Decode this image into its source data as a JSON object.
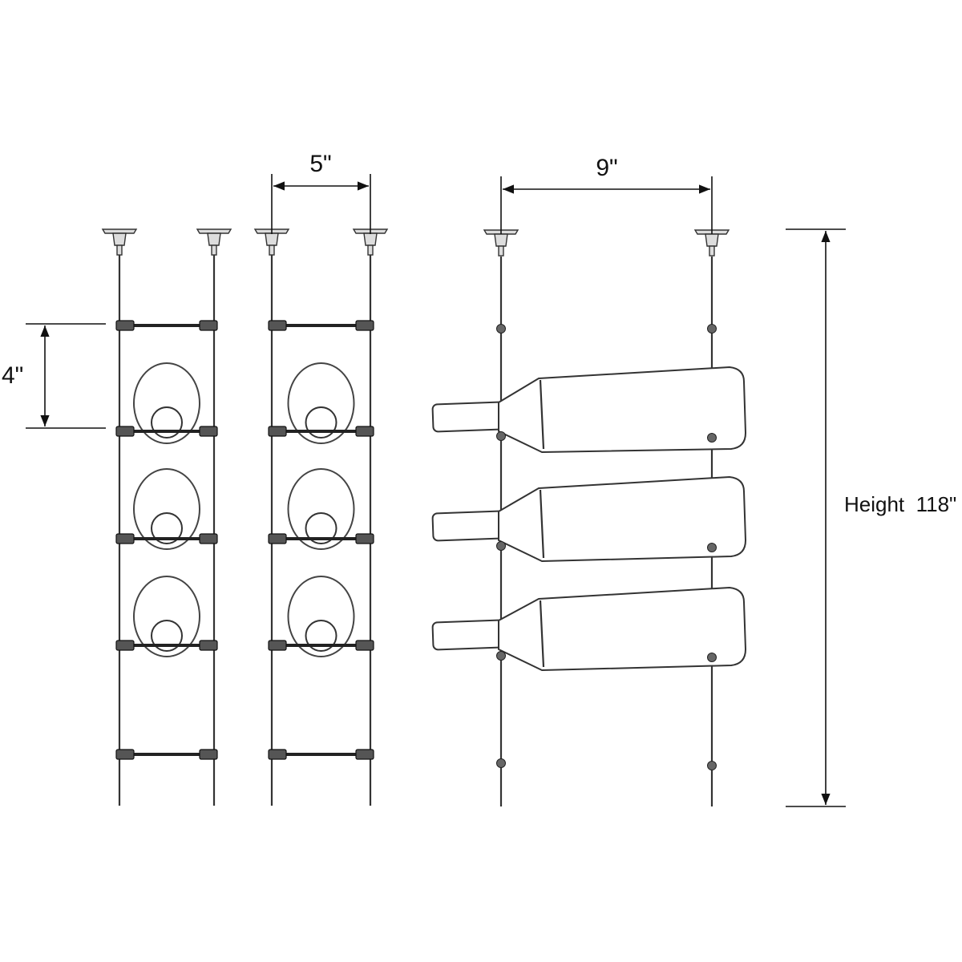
{
  "dimensions": {
    "width_front": "5\"",
    "width_side": "9\"",
    "spacing": "4\"",
    "height": "Height  118\""
  },
  "colors": {
    "line": "#333333",
    "background": "#ffffff"
  }
}
